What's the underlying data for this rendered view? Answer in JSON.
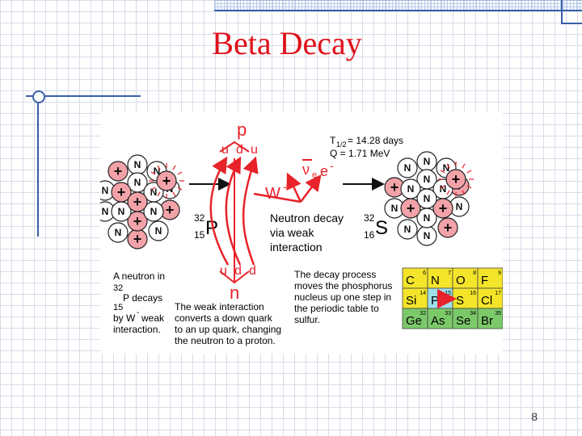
{
  "slide": {
    "title": "Beta Decay",
    "page_number": "8"
  },
  "diagram": {
    "left_nucleus": {
      "mass_number": "32",
      "atomic_number": "15",
      "symbol": "P"
    },
    "right_nucleus": {
      "mass_number": "32",
      "atomic_number": "16",
      "symbol": "S"
    },
    "proton": {
      "label": "p",
      "quarks": [
        "u",
        "d",
        "u"
      ]
    },
    "neutron": {
      "label": "n",
      "quarks": [
        "u",
        "d",
        "d"
      ]
    },
    "nucleon_labels": {
      "neutron": "N",
      "proton": "+"
    },
    "boson": {
      "symbol": "W",
      "charge": "-"
    },
    "products": {
      "antineutrino": "ν",
      "antineutrino_sub": "e",
      "electron": "e",
      "electron_charge": "-"
    },
    "half_life": {
      "prefix": "T",
      "sub": "1/2",
      "value": " = 14.28 days"
    },
    "q_value": "Q  = 1.71 MeV",
    "neutron_decay_text": [
      "Neutron decay",
      "via weak",
      "interaction"
    ],
    "caption_left": {
      "line1": "A neutron in",
      "mass": "32",
      "line2": "P decays",
      "atomic": "15",
      "line3_prefix": "by W",
      "line3_sup": "-",
      "line3_suffix": " weak",
      "line4": "interaction."
    },
    "caption_middle": [
      "The weak interaction",
      "converts a down quark",
      "to an up quark, changing",
      "the neutron to a proton."
    ],
    "caption_right": [
      "The decay process",
      "moves the phosphorus",
      "nucleus up one step in",
      "the periodic table to",
      "sulfur."
    ],
    "periodic_table": [
      [
        {
          "sym": "C",
          "num": "6"
        },
        {
          "sym": "N",
          "num": "7"
        },
        {
          "sym": "O",
          "num": "8"
        },
        {
          "sym": "F",
          "num": "9"
        }
      ],
      [
        {
          "sym": "Si",
          "num": "14"
        },
        {
          "sym": "P",
          "num": "15"
        },
        {
          "sym": "S",
          "num": "16"
        },
        {
          "sym": "Cl",
          "num": "17"
        }
      ],
      [
        {
          "sym": "Ge",
          "num": "32"
        },
        {
          "sym": "As",
          "num": "33"
        },
        {
          "sym": "Se",
          "num": "34"
        },
        {
          "sym": "Br",
          "num": "35"
        }
      ]
    ]
  },
  "colors": {
    "title": "#e0101a",
    "accent_red": "#e8222a",
    "proton_fill": "#f2a2a8",
    "neutron_fill": "#ffffff",
    "table_yellow": "#f4e52a",
    "table_green": "#7cc96a",
    "table_cyan": "#9ee0ea"
  }
}
